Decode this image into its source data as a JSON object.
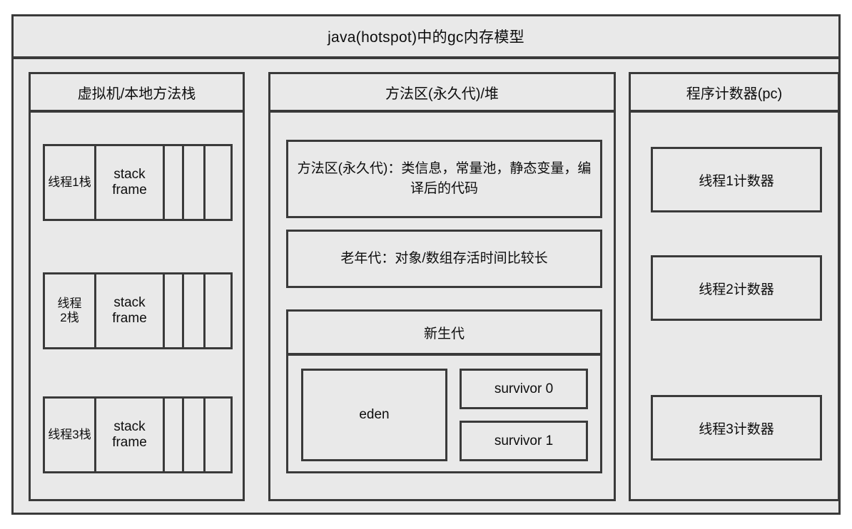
{
  "diagram": {
    "title": "java(hotspot)中的gc内存模型",
    "background_color": "#e9e9e9",
    "border_color": "#3a3a3a",
    "columns": [
      {
        "id": "stacks",
        "header": "虚拟机/本地方法栈",
        "rows": [
          {
            "name": "线程1栈",
            "frame": "stack frame",
            "extra_cells": 3
          },
          {
            "name": "线程2栈",
            "frame": "stack frame",
            "extra_cells": 3
          },
          {
            "name": "线程3栈",
            "frame": "stack frame",
            "extra_cells": 3
          }
        ]
      },
      {
        "id": "method-area-heap",
        "header": "方法区(永久代)/堆",
        "perm_gen": "方法区(永久代)：类信息，常量池，静态变量，编译后的代码",
        "old_gen": "老年代：对象/数组存活时间比较长",
        "young_gen": {
          "header": "新生代",
          "eden": "eden",
          "survivor0": "survivor 0",
          "survivor1": "survivor 1"
        }
      },
      {
        "id": "program-counter",
        "header": "程序计数器(pc)",
        "counters": [
          "线程1计数器",
          "线程2计数器",
          "线程3计数器"
        ]
      }
    ]
  }
}
